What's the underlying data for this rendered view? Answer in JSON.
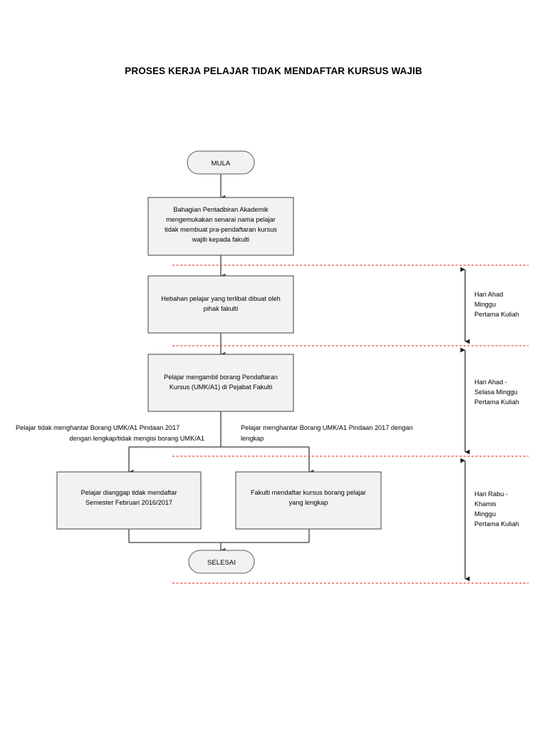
{
  "document": {
    "title": "PROSES KERJA PELAJAR TIDAK MENDAFTAR KURSUS WAJIB",
    "page_background": "#ffffff",
    "accent_dashed_color": "#e8443a",
    "node_fill": "#f2f2f2",
    "node_stroke": "#404040"
  },
  "flow": {
    "start_terminator": {
      "label": "MULA"
    },
    "end_terminator": {
      "label": "SELESAI"
    },
    "steps": [
      {
        "id": "step-1",
        "lines": [
          "Bahagian Pentadbiran Akademik",
          "mengemukakan senarai nama pelajar",
          "tidak membuat pra-pendaftaran kursus",
          "wajib kepada fakulti"
        ]
      },
      {
        "id": "step-2",
        "lines": [
          "Hebahan pelajar yang terlibat dibuat oleh",
          "pihak fakulti"
        ]
      },
      {
        "id": "step-3",
        "lines": [
          "Pelajar mengambil borang Pendaftaran",
          "Kursus (UMK/A1) di Pejabat Fakulti"
        ]
      }
    ],
    "branches": {
      "left_label_lines": [
        "Pelajar tidak menghantar Borang UMK/A1 Pindaan 2017",
        "dengan lengkap/tidak mengisi borang UMK/A1"
      ],
      "right_label_lines": [
        "Pelajar menghantar Borang UMK/A1 Pindaan 2017 dengan",
        "lengkap"
      ],
      "left_box_lines": [
        "Pelajar dianggap tidak mendaftar",
        "Semester Februari 2016/2017"
      ],
      "right_box_lines": [
        "Fakulti mendaftar kursus borang pelajar",
        "yang lengkap"
      ]
    }
  },
  "timeline_notes": [
    {
      "id": "note-1",
      "lines": [
        "Hari Ahad",
        "Minggu",
        "Pertama Kuliah"
      ]
    },
    {
      "id": "note-2",
      "lines": [
        "Hari Ahad -",
        "Selasa Minggu",
        "Pertama Kuliah"
      ]
    },
    {
      "id": "note-3",
      "lines": [
        "Hari Rabu -",
        "Khamis",
        "Minggu",
        "Pertama Kuliah"
      ]
    }
  ]
}
